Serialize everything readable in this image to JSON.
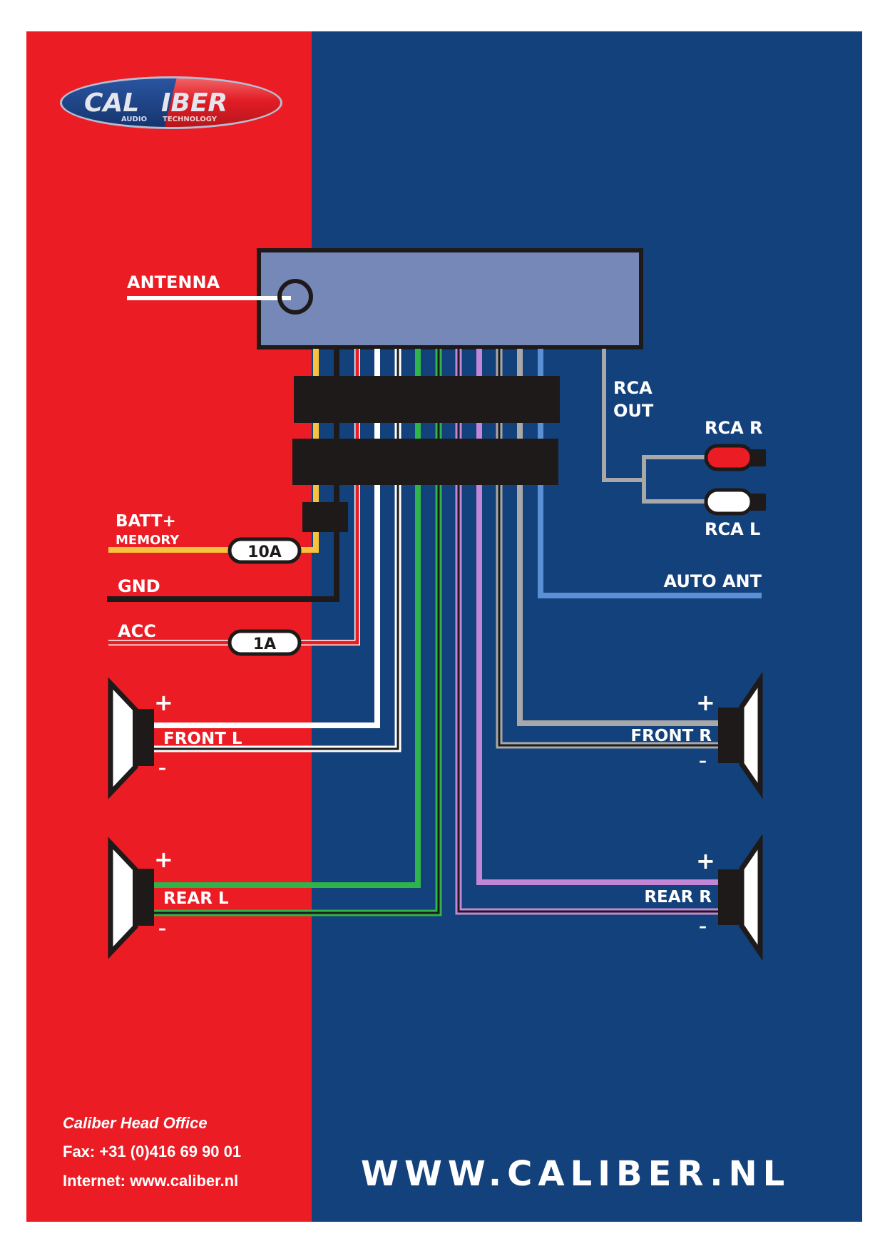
{
  "colors": {
    "left_panel": "#ec1c24",
    "right_panel": "#13417c",
    "unit_fill": "#7688b8",
    "unit_border": "#1e1a1a",
    "connector": "#1e1a1a",
    "wire_yellow": "#f7c23c",
    "wire_black": "#1e1a1a",
    "wire_red": "#ec1c24",
    "wire_white": "#ffffff",
    "wire_green": "#2fb34a",
    "wire_purple": "#c286d6",
    "wire_gray": "#a8a8a8",
    "wire_blue": "#5b8fd6",
    "rca_red": "#ec1c24",
    "rca_white": "#ffffff"
  },
  "logo": {
    "brand": "CALIBER",
    "brand_part1": "CAL",
    "brand_part2": "IBER",
    "tagline_part1": "AUDIO",
    "tagline_part2": "TECHNOLOGY"
  },
  "diagram": {
    "antenna_label": "ANTENNA",
    "rca_out_label_line1": "RCA",
    "rca_out_label_line2": "OUT",
    "rca_r_label": "RCA R",
    "rca_l_label": "RCA L",
    "batt_label": "BATT+",
    "memory_label": "MEMORY",
    "batt_fuse": "10A",
    "gnd_label": "GND",
    "acc_label": "ACC",
    "acc_fuse": "1A",
    "auto_ant_label": "AUTO ANT",
    "front_l_label": "FRONT L",
    "front_r_label": "FRONT R",
    "rear_l_label": "REAR L",
    "rear_r_label": "REAR R",
    "plus_sign": "+",
    "minus_sign": "–",
    "wires": [
      {
        "name": "batt-memory",
        "color": "yellow",
        "stripe": false
      },
      {
        "name": "ground",
        "color": "black",
        "stripe": false
      },
      {
        "name": "acc",
        "color": "red",
        "stripe": false
      },
      {
        "name": "front-left-plus",
        "color": "white",
        "stripe": false
      },
      {
        "name": "front-left-minus",
        "color": "white",
        "stripe": true
      },
      {
        "name": "rear-left-plus",
        "color": "green",
        "stripe": false
      },
      {
        "name": "rear-left-minus",
        "color": "green",
        "stripe": true
      },
      {
        "name": "rear-right-minus",
        "color": "purple",
        "stripe": true
      },
      {
        "name": "rear-right-plus",
        "color": "purple",
        "stripe": false
      },
      {
        "name": "front-right-minus",
        "color": "gray",
        "stripe": true
      },
      {
        "name": "front-right-plus",
        "color": "gray",
        "stripe": false
      },
      {
        "name": "auto-antenna",
        "color": "blue",
        "stripe": false
      }
    ]
  },
  "footer": {
    "office": "Caliber Head Office",
    "fax": "Fax: +31 (0)416 69 90 01",
    "internet": "Internet: www.caliber.nl",
    "website": "WWW.CALIBER.NL"
  }
}
